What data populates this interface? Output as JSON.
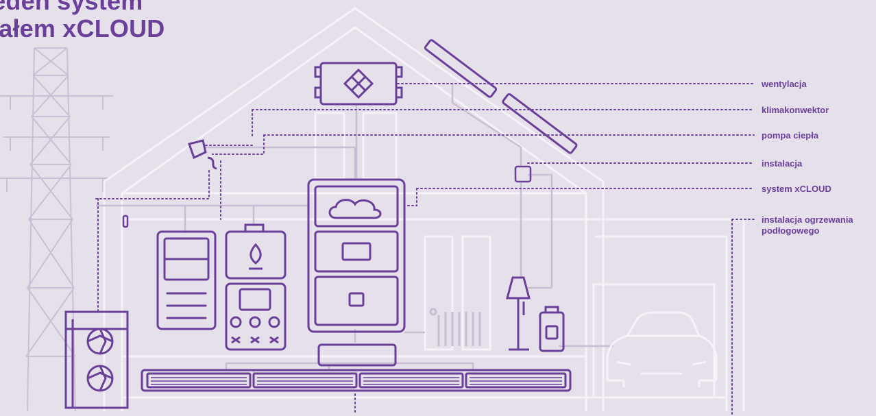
{
  "title": {
    "line1": "jeden system",
    "line2": "całem xCLOUD"
  },
  "labels": {
    "ventilation": "wentylacja",
    "fan_coil": "klimakonwektor",
    "heat_pump": "pompa ciepła",
    "installation": "instalacja",
    "xcloud_system": "system xCLOUD",
    "floor_heating": "instalacja ogrzewania podłogowego"
  },
  "colors": {
    "background": "#e6e0ea",
    "device_purple": "#6a3f9a",
    "house_outline": "#f6f2f8",
    "dotted_line": "#6a3f9a"
  }
}
